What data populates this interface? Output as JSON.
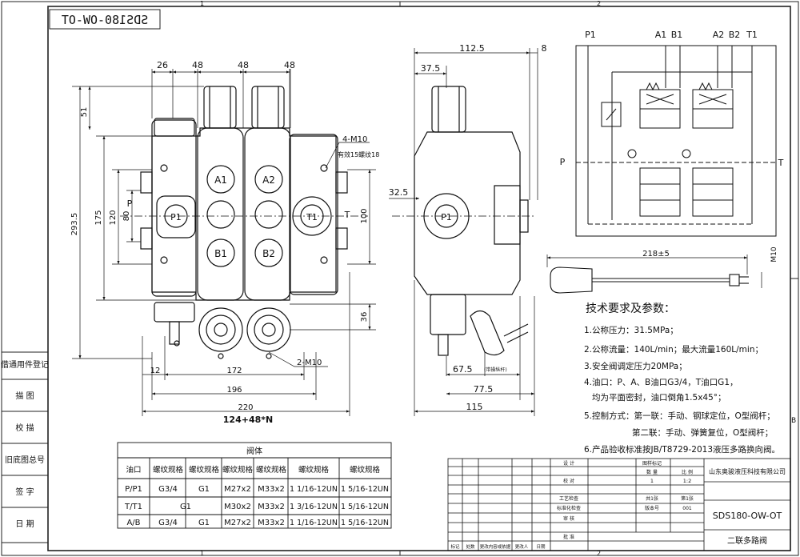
{
  "sheet": {
    "zone_top_left": "1",
    "zone_top_right": "2",
    "zone_bottom_left": "1",
    "zone_bottom_right": "2",
    "zone_side_right": "B"
  },
  "mirrored_code": "SDS180-OW-OT",
  "left_sidebar": {
    "labels": [
      "借通用件登记",
      "描 图",
      "校 描",
      "旧底图总号",
      "签 字",
      "日 期"
    ]
  },
  "front_view": {
    "dims_top": [
      "26",
      "48",
      "48",
      "48"
    ],
    "dim_51": "51",
    "dim_293_5": "293.5",
    "dim_175": "175",
    "dim_120": "120",
    "dim_80": "80",
    "dim_100": "100",
    "dim_36": "36",
    "dim_12": "12",
    "dim_172": "172",
    "dim_196": "196",
    "dim_220": "220",
    "length_formula": "124+48*N",
    "note_m10_4": "4-M10",
    "note_depth": "有效15螺纹18",
    "note_m10_2": "2-M10",
    "port_labels": {
      "a1": "A1",
      "a2": "A2",
      "b1": "B1",
      "b2": "B2",
      "p1": "P1",
      "t1": "T1",
      "p": "P",
      "t": "T"
    }
  },
  "side_view": {
    "dim_112_5": "112.5",
    "dim_8": "8",
    "dim_37_5": "37.5",
    "dim_32_5": "32.5",
    "dim_67_5": "67.5",
    "dim_67_5_note": "(带操纵杆)",
    "dim_77_5": "77.5",
    "dim_115": "115",
    "port_label": "P1"
  },
  "schematic": {
    "labels": {
      "p1": "P1",
      "a1": "A1",
      "b1": "B1",
      "a2": "A2",
      "b2": "B2",
      "t1": "T1",
      "p": "P",
      "t": "T"
    }
  },
  "lever": {
    "dim_218": "218±5",
    "thread": "M10"
  },
  "tech": {
    "title": "技术要求及参数：",
    "lines": [
      "1.公称压力：31.5MPa；",
      "2.公称流量：140L/min；最大流量160L/min；",
      "3.安全阀调定压力20MPa；",
      "4.油口：P、A、B油口G3/4，T油口G1，",
      "均为平面密封，油口倒角1.5x45°；",
      "5.控制方式：第一联：手动、钢球定位，O型阀杆；",
      "第二联：手动、弹簧复位，O型阀杆；",
      "6.产品验收标准按JB/T8729-2013液压多路换向阀。"
    ]
  },
  "thread_table": {
    "title": "阀体",
    "headers": [
      "油口",
      "螺纹规格",
      "螺纹规格",
      "螺纹规格",
      "螺纹规格",
      "螺纹规格",
      "螺纹规格"
    ],
    "rows": [
      [
        "P/P1",
        "G3/4",
        "G1",
        "M27x2",
        "M33x2",
        "1 1/16-12UN",
        "1 5/16-12UN"
      ],
      [
        "T/T1",
        "G1",
        "",
        "M30x2",
        "M33x2",
        "1 3/16-12UN",
        "1 5/16-12UN"
      ],
      [
        "A/B",
        "G3/4",
        "G1",
        "M27x2",
        "M33x2",
        "1 1/16-12UN",
        "1 5/16-12UN"
      ]
    ]
  },
  "title_block": {
    "company": "山东奥骏液压科技有限公司",
    "drawing_no": "SDS180-OW-OT",
    "drawing_name": "二联多路阀",
    "role_labels": [
      "设 计",
      "校 对",
      "工艺检查",
      "标准化检查",
      "审 核",
      "批 准"
    ],
    "header_labels": [
      "图样标记",
      "数 量",
      "比 例"
    ],
    "quantity": "1",
    "scale": "1:2",
    "sheets_total": "共1张",
    "sheet_no": "第1张",
    "version_label": "版本号",
    "version": "001",
    "revision_headers": [
      "标记",
      "处数",
      "更改内容或依据",
      "更改人",
      "日期"
    ]
  }
}
